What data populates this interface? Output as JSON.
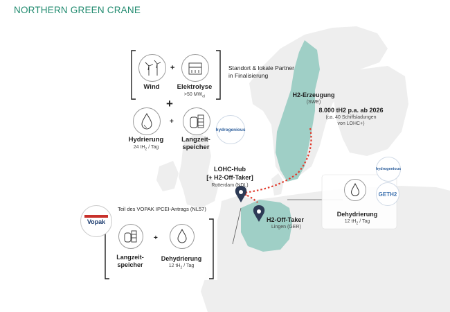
{
  "title": "NORTHERN GREEN CRANE",
  "wind": "Wind",
  "electrolysis": "Elektrolyse",
  "electrolysis_capacity": ">50 MW",
  "electrolysis_capacity_sub": "el",
  "status_line1": "Standort & lokale Partner",
  "status_line2": "in Finalisierung",
  "hydrogenation": "Hydrierung",
  "hydrogenation_rate": "24 tH",
  "hydrogenation_rate_sub": "2",
  "hydrogenation_rate_suffix": " / Tag",
  "storage_top_line1": "Langzeit-",
  "storage_top_line2": "speicher",
  "hydrogenious_logo": "hydrogenious",
  "production_label": "H2-Erzeugung",
  "production_country": "(SWE)",
  "transport_line1": "8.000 tH2 p.a. ab 2026",
  "transport_line2": "(ca. 40 Schiffsladungen",
  "transport_line3": "von LOHC+)",
  "hub_line1": "LOHC-Hub",
  "hub_line2": "[+ H2-Off-Taker]",
  "hub_location": "Rotterdam (NDL)",
  "offtaker_label": "H2-Off-Taker",
  "offtaker_location": "Lingen (GER)",
  "vopak_note": "Teil des VOPAK IPCEI-Antrags (NL57)",
  "vopak_logo": "Vopak",
  "storage_bottom_line1": "Langzeit-",
  "storage_bottom_line2": "speicher",
  "dehydrogenation_bottom": "Dehydrierung",
  "dehydrogenation_bottom_rate": "12 tH",
  "dehydrogenation_bottom_rate_sub": "2",
  "dehydrogenation_bottom_rate_suffix": " / Tag",
  "dehydrogenation_right": "Dehydrierung",
  "dehydrogenation_right_rate": "12 tH",
  "dehydrogenation_right_rate_sub": "2",
  "dehydrogenation_right_rate_suffix": " / Tag",
  "geth2_logo": "GETH2",
  "colors": {
    "title": "#1f8a6e",
    "highlight_land": "#9fcfc6",
    "land": "#eeeeee",
    "route": "#e03a2c",
    "pin": "#2d3a55"
  }
}
